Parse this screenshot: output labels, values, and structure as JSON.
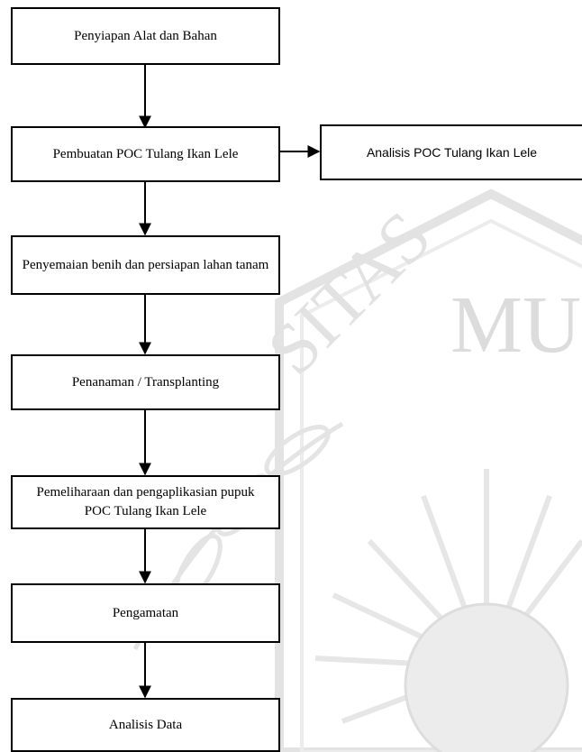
{
  "watermark": {
    "arc_text": "UNIVERSITAS MUHAMMADIYAH",
    "color": "#e3e3e3"
  },
  "flowchart": {
    "steps": [
      {
        "id": "step-1",
        "label": "Penyiapan Alat dan Bahan"
      },
      {
        "id": "step-2",
        "label": "Pembuatan POC Tulang Ikan Lele"
      },
      {
        "id": "step-3",
        "label": "Penyemaian benih dan persiapan lahan tanam"
      },
      {
        "id": "step-4",
        "label": "Penanaman / Transplanting"
      },
      {
        "id": "step-5",
        "label": "Pemeliharaan dan pengaplikasian pupuk POC Tulang Ikan Lele"
      },
      {
        "id": "step-6",
        "label": "Pengamatan"
      },
      {
        "id": "step-7",
        "label": "Analisis Data"
      }
    ],
    "side_step": {
      "id": "side-1",
      "label": "Analisis POC Tulang Ikan Lele"
    },
    "colors": {
      "line": "#000000",
      "box_border": "#000000"
    }
  }
}
